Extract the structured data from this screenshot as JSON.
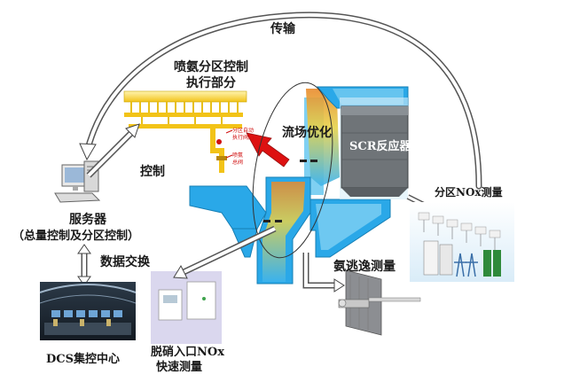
{
  "labels": {
    "transmission": "传输",
    "ammonia_zone_exec_line1": "喷氨分区控制",
    "ammonia_zone_exec_line2": "执行部分",
    "zone_valve_line1": "分区自动",
    "zone_valve_line2": "执行阀门",
    "spray_ammonia_line1": "喷氨",
    "spray_ammonia_line2": "总阀",
    "flow_optimization": "流场优化",
    "scr_reactor": "SCR反应器",
    "zone_nox_measure": "分区NOx测量",
    "control": "控制",
    "server": "服务器",
    "server_sub": "（总量控制及分区控制）",
    "data_exchange": "数据交换",
    "ammonia_slip_measure": "氨逃逸测量",
    "dcs_center": "DCS集控中心",
    "inlet_nox_line1": "脱硝入口NOx",
    "inlet_nox_line2": "快速测量"
  },
  "colors": {
    "duct_blue": "#2aa8e8",
    "duct_light": "#7fd0f2",
    "flow_yellow": "#e6d24a",
    "flow_orange": "#e98a2c",
    "flow_red": "#d8322a",
    "reactor_gray": "#6f7478",
    "ammonia_pipe": "#f2c318",
    "arrow_red": "#dd1111",
    "box_lavender": "#dad7ee"
  }
}
